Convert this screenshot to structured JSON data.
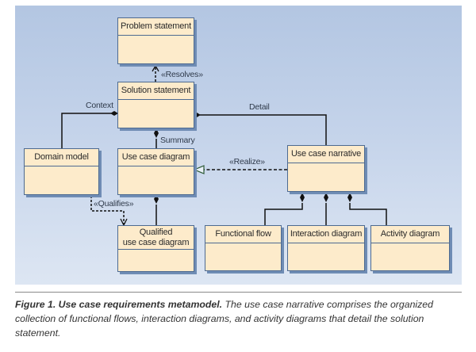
{
  "classes": {
    "problem_statement": "Problem statement",
    "solution_statement": "Solution statement",
    "domain_model": "Domain model",
    "use_case_diagram": "Use case diagram",
    "use_case_narrative": "Use case narrative",
    "qualified_use_case_diagram_line1": "Qualified",
    "qualified_use_case_diagram_line2": "use case diagram",
    "functional_flow": "Functional flow",
    "interaction_diagram": "Interaction diagram",
    "activity_diagram": "Activity diagram"
  },
  "relations": {
    "resolves": "«Resolves»",
    "context": "Context",
    "detail": "Detail",
    "summary": "Summary",
    "realize": "«Realize»",
    "qualifies": "«Qualifies»"
  },
  "caption": {
    "title": "Figure 1. Use case requirements metamodel.",
    "body": " The use case narrative comprises the organized collection of functional flows, interaction diagrams, and activity diagrams that detail the solution statement."
  },
  "colors": {
    "class_fill": "#fdebcb",
    "class_border": "#4d6a91",
    "panel_bg": "#b3c6e2"
  }
}
